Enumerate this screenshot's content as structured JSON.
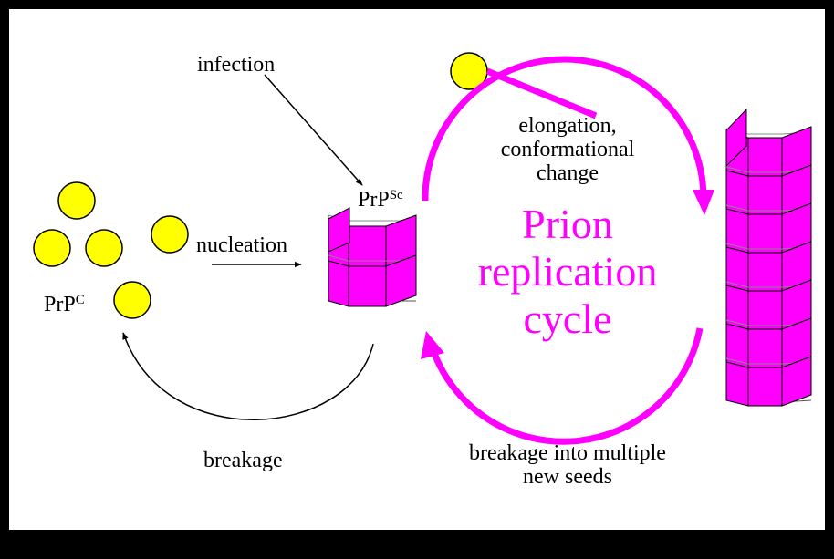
{
  "colors": {
    "background": "#ffffff",
    "frame": "#000000",
    "monomer": "#ffff00",
    "fibril": "#ff00ff",
    "cycle_arrow": "#ff00ff",
    "cycle_text": "#ff00ff",
    "arrows": "#000000"
  },
  "labels": {
    "infection": "infection",
    "nucleation": "nucleation",
    "breakage": "breakage",
    "prpc_main": "PrP",
    "prpc_sup": "C",
    "prpsc_main": "PrP",
    "prpsc_sup": "Sc",
    "elongation_1": "elongation,",
    "elongation_2": "conformational",
    "elongation_3": "change",
    "cycle_1": "Prion",
    "cycle_2": "replication",
    "cycle_3": "cycle",
    "seeds_1": "breakage into multiple",
    "seeds_2": "new seeds"
  },
  "icons": {
    "monomer": "yellow-circle",
    "fibril": "magenta-stacked-prism"
  }
}
